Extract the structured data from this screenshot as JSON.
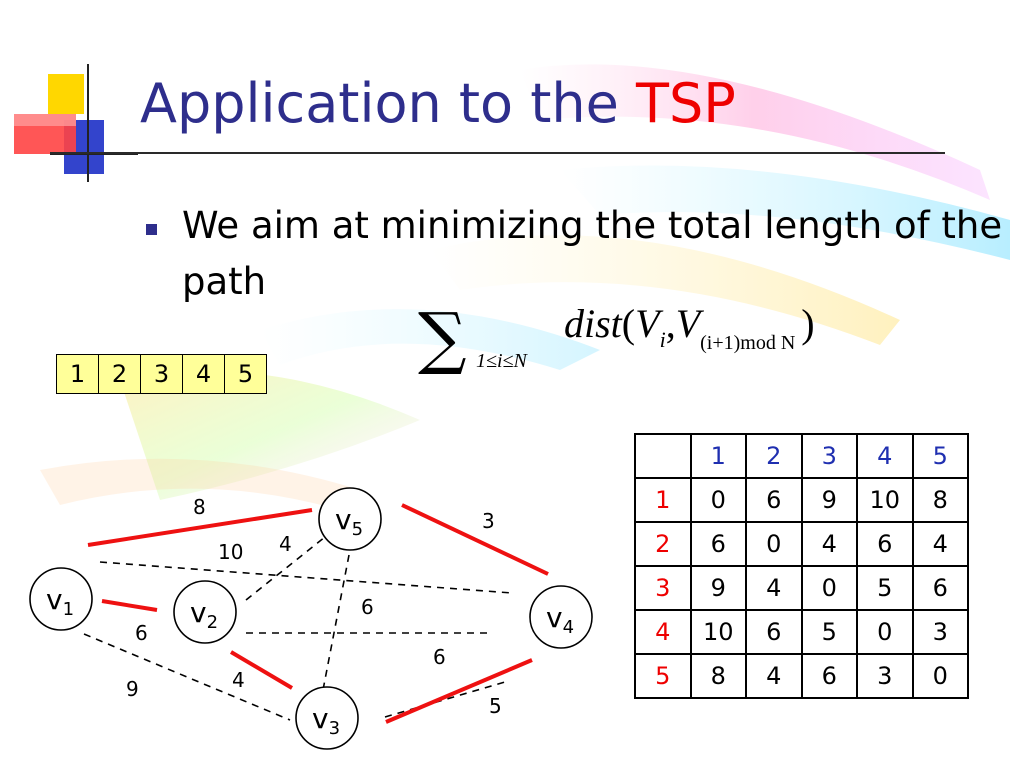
{
  "slide": {
    "title_prefix": "Application to the ",
    "title_accent": "TSP",
    "bullet": "We aim at minimizing the total length of the path"
  },
  "formula": {
    "sum_symbol": "∑",
    "sum_range": "1≤i≤N",
    "func": "dist",
    "open_paren": "(",
    "v1": "V",
    "v1_sub": "i",
    "comma": ",",
    "v2": "V",
    "v2_sub": "(i+1)mod N",
    "close_paren": ")"
  },
  "tour_order": [
    "1",
    "2",
    "3",
    "4",
    "5"
  ],
  "distance_table": {
    "columns": [
      "1",
      "2",
      "3",
      "4",
      "5"
    ],
    "rows": [
      {
        "label": "1",
        "values": [
          "0",
          "6",
          "9",
          "10",
          "8"
        ]
      },
      {
        "label": "2",
        "values": [
          "6",
          "0",
          "4",
          "6",
          "4"
        ]
      },
      {
        "label": "3",
        "values": [
          "9",
          "4",
          "0",
          "5",
          "6"
        ]
      },
      {
        "label": "4",
        "values": [
          "10",
          "6",
          "5",
          "0",
          "3"
        ]
      },
      {
        "label": "5",
        "values": [
          "8",
          "4",
          "6",
          "3",
          "0"
        ]
      }
    ]
  },
  "graph": {
    "nodes": [
      {
        "id": "v1",
        "label": "v",
        "sub": "1"
      },
      {
        "id": "v2",
        "label": "v",
        "sub": "2"
      },
      {
        "id": "v3",
        "label": "v",
        "sub": "3"
      },
      {
        "id": "v4",
        "label": "v",
        "sub": "4"
      },
      {
        "id": "v5",
        "label": "v",
        "sub": "5"
      }
    ],
    "edges": [
      {
        "from": "v1",
        "to": "v5",
        "weight": "8",
        "in_tour": true
      },
      {
        "from": "v5",
        "to": "v4",
        "weight": "3",
        "in_tour": true
      },
      {
        "from": "v4",
        "to": "v3",
        "weight": "5",
        "in_tour": true
      },
      {
        "from": "v3",
        "to": "v2",
        "weight": "4",
        "in_tour": true
      },
      {
        "from": "v2",
        "to": "v1",
        "weight": "6",
        "in_tour": true
      },
      {
        "from": "v1",
        "to": "v4",
        "weight": "10",
        "in_tour": false
      },
      {
        "from": "v2",
        "to": "v5",
        "weight": "4",
        "in_tour": false
      },
      {
        "from": "v3",
        "to": "v5",
        "weight": "6",
        "in_tour": false
      },
      {
        "from": "v2",
        "to": "v4",
        "weight": "6",
        "in_tour": false
      },
      {
        "from": "v1",
        "to": "v3",
        "weight": "9",
        "in_tour": false
      }
    ]
  },
  "colors": {
    "title": "#2e2e8c",
    "accent": "#ee0000",
    "tour_edge": "#ee1111",
    "header_blue": "#1f2fb0",
    "order_fill": "#ffff99"
  }
}
